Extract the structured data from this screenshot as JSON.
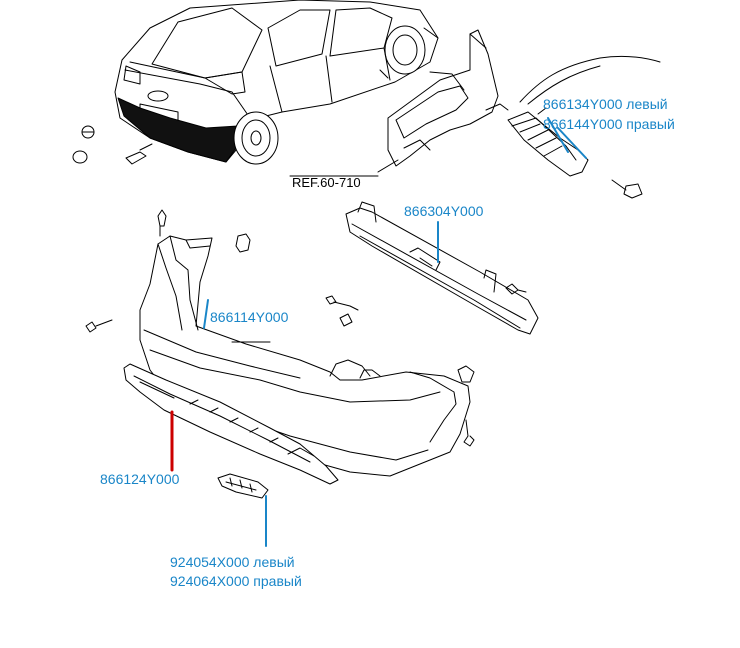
{
  "reference": "REF.60-710",
  "parts": {
    "bracket_left": "866134Y000 левый",
    "bracket_right": "866144Y000 правый",
    "beam": "866304Y000",
    "bumper_cover": "866114Y000",
    "lower_trim": "866124Y000",
    "reflector_left": "924054X000 левый",
    "reflector_right": "924064X000 правый"
  },
  "colors": {
    "label": "#1a86c8",
    "leader_red": "#cc0000",
    "leader_blue": "#1a86c8",
    "line": "#000000"
  }
}
